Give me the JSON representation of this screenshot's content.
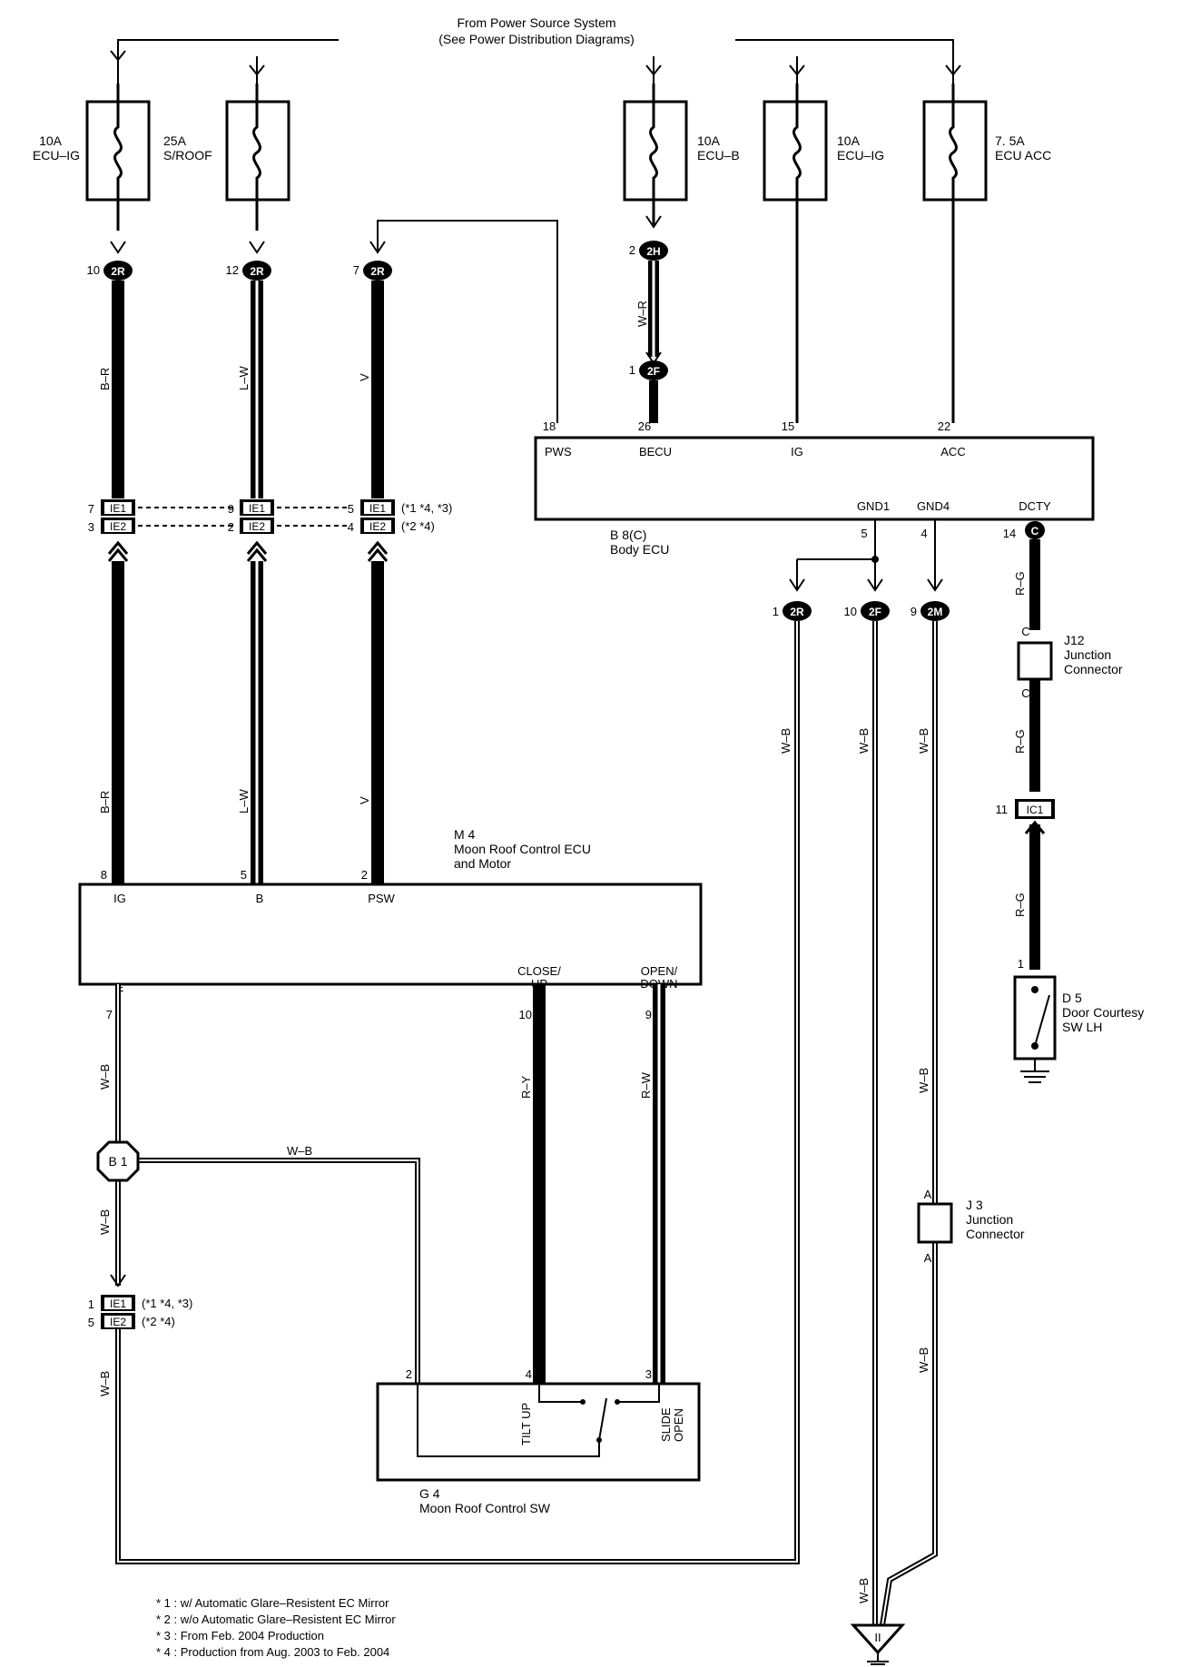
{
  "header": {
    "line1": "From Power Source System",
    "line2": "(See Power Distribution Diagrams)"
  },
  "fuses": [
    {
      "id": "f1",
      "amp": "10A",
      "name": "ECU–IG"
    },
    {
      "id": "f2",
      "amp": "25A",
      "name": "S/ROOF"
    },
    {
      "id": "f3",
      "amp": "10A",
      "name": "ECU–B"
    },
    {
      "id": "f4",
      "amp": "10A",
      "name": "ECU–IG"
    },
    {
      "id": "f5",
      "amp": "7. 5A",
      "name": "ECU ACC"
    }
  ],
  "connectors_top": [
    {
      "pin": "10",
      "code": "2R"
    },
    {
      "pin": "12",
      "code": "2R"
    },
    {
      "pin": "7",
      "code": "2R"
    },
    {
      "pin": "2",
      "code": "2H"
    },
    {
      "pin": "1",
      "code": "2F"
    }
  ],
  "wires": {
    "br": "B–R",
    "lw": "L–W",
    "v": "V",
    "wr": "W–R",
    "wb": "W–B",
    "ry": "R–Y",
    "rw": "R–W",
    "rg": "R–G"
  },
  "body_ecu": {
    "ref": "B 8(C)",
    "name": "Body ECU",
    "pins_top": [
      {
        "num": "18",
        "label": "PWS"
      },
      {
        "num": "26",
        "label": "BECU"
      },
      {
        "num": "15",
        "label": "IG"
      },
      {
        "num": "22",
        "label": "ACC"
      }
    ],
    "pins_bottom": [
      {
        "num": "5",
        "label": "GND1"
      },
      {
        "num": "4",
        "label": "GND4"
      },
      {
        "num": "14",
        "label": "DCTY"
      }
    ],
    "dcty_conn": "C"
  },
  "ie_connectors": {
    "ie1": "IE1",
    "ie2": "IE2",
    "pins_ie1": [
      "7",
      "9",
      "5"
    ],
    "pins_ie2": [
      "3",
      "2",
      "4"
    ],
    "note1": "(*1 *4, *3)",
    "note2": "(*2 *4)"
  },
  "ground_connectors": [
    {
      "pin": "1",
      "code": "2R"
    },
    {
      "pin": "10",
      "code": "2F"
    },
    {
      "pin": "9",
      "code": "2M"
    }
  ],
  "j12": {
    "ref": "J12",
    "line1": "Junction",
    "line2": "Connector",
    "pin": "C"
  },
  "ic1": {
    "pin": "11",
    "code": "IC1"
  },
  "d5": {
    "pin": "1",
    "ref": "D 5",
    "line1": "Door Courtesy",
    "line2": "SW LH"
  },
  "j3": {
    "ref": "J 3",
    "line1": "Junction",
    "line2": "Connector",
    "pin": "A"
  },
  "m4": {
    "ref": "M 4",
    "line1": "Moon Roof Control ECU",
    "line2": "and Motor",
    "pins_top": [
      {
        "num": "8",
        "label": "IG"
      },
      {
        "num": "5",
        "label": "B"
      },
      {
        "num": "2",
        "label": "PSW"
      }
    ],
    "pin_e": {
      "num": "7",
      "label": "E"
    },
    "pin_close": {
      "num": "10",
      "label1": "CLOSE/",
      "label2": "UP"
    },
    "pin_open": {
      "num": "9",
      "label1": "OPEN/",
      "label2": "DOWN"
    }
  },
  "b1": "B 1",
  "ie_lower": {
    "pin1": "1",
    "pin2": "5"
  },
  "g4": {
    "ref": "G 4",
    "name": "Moon Roof Control SW",
    "pins": [
      "2",
      "4",
      "3"
    ],
    "tilt": "TILT UP",
    "slide1": "SLIDE",
    "slide2": "OPEN"
  },
  "ground_label": "II",
  "notes": [
    "* 1 : w/ Automatic Glare–Resistent EC Mirror",
    "* 2 : w/o Automatic Glare–Resistent EC Mirror",
    "* 3 : From Feb.  2004 Production",
    "* 4 : Production from Aug.  2003 to Feb.  2004"
  ]
}
